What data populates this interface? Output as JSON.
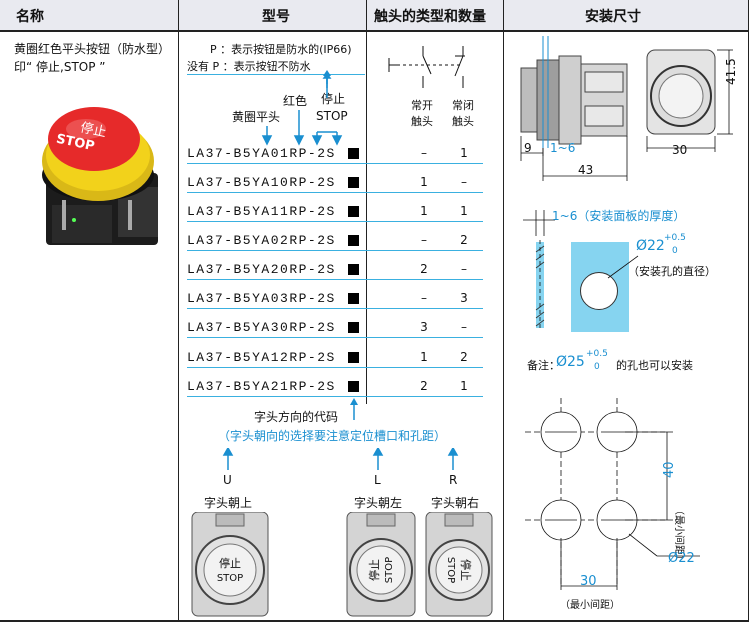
{
  "headers": {
    "name": "名称",
    "model": "型号",
    "contacts": "触头的类型和数量",
    "mount": "安装尺寸"
  },
  "product": {
    "line1": "黄圈红色平头按钮（防水型）",
    "line2": "印“ 停止,STOP ”",
    "photo_text_cn": "停止",
    "photo_text_en": "STOP"
  },
  "legend": {
    "p_text": "P ：表示按钮是防水的(IP66)",
    "nop_text": "没有 P ：表示按钮不防水",
    "yellow_flat": "黄圈平头",
    "red": "红色",
    "stop_cn": "停止",
    "stop_en": "STOP"
  },
  "contact_labels": {
    "no_line1": "常开",
    "no_line2": "触头",
    "nc_line1": "常闭",
    "nc_line2": "触头"
  },
  "models": [
    {
      "code": "LA37-B5YA01RP-2S",
      "no": "–",
      "nc": "1"
    },
    {
      "code": "LA37-B5YA10RP-2S",
      "no": "1",
      "nc": "–"
    },
    {
      "code": "LA37-B5YA11RP-2S",
      "no": "1",
      "nc": "1"
    },
    {
      "code": "LA37-B5YA02RP-2S",
      "no": "–",
      "nc": "2"
    },
    {
      "code": "LA37-B5YA20RP-2S",
      "no": "2",
      "nc": "–"
    },
    {
      "code": "LA37-B5YA03RP-2S",
      "no": "–",
      "nc": "3"
    },
    {
      "code": "LA37-B5YA30RP-2S",
      "no": "3",
      "nc": "–"
    },
    {
      "code": "LA37-B5YA12RP-2S",
      "no": "1",
      "nc": "2"
    },
    {
      "code": "LA37-B5YA21RP-2S",
      "no": "2",
      "nc": "1"
    }
  ],
  "direction": {
    "code_label": "字头方向的代码",
    "note": "（字头朝向的选择要注意定位槽口和孔距）",
    "u": "U",
    "l": "L",
    "r": "R",
    "up": "字头朝上",
    "left": "字头朝左",
    "right": "字头朝右",
    "btn_cn": "停止",
    "btn_en": "STOP"
  },
  "dims": {
    "d9": "9",
    "d1_6": "1~6",
    "d43": "43",
    "d30": "30",
    "d41_5": "41.5",
    "panel_thickness": "1~6（安装面板的厚度）",
    "hole_dia": "Ø22",
    "hole_tol_up": "+0.5",
    "hole_tol_down": "0",
    "hole_note": "（安装孔的直径）",
    "remark_prefix": "备注：",
    "remark_dia": "Ø25",
    "remark_tol_up": "+0.5",
    "remark_tol_down": "0",
    "remark_suffix": "的孔也可以安装",
    "spacing_40": "40",
    "min_spacing_v": "（最小间距）",
    "spacing_30": "30",
    "min_spacing_h": "（最小间距）",
    "grid_hole": "Ø22"
  },
  "colors": {
    "accent_blue": "#1a8fd0",
    "header_bg": "#e9eaf0",
    "button_red": "#e62a2a",
    "button_yellow": "#f2d21b",
    "panel_blue": "#86d4f0"
  }
}
